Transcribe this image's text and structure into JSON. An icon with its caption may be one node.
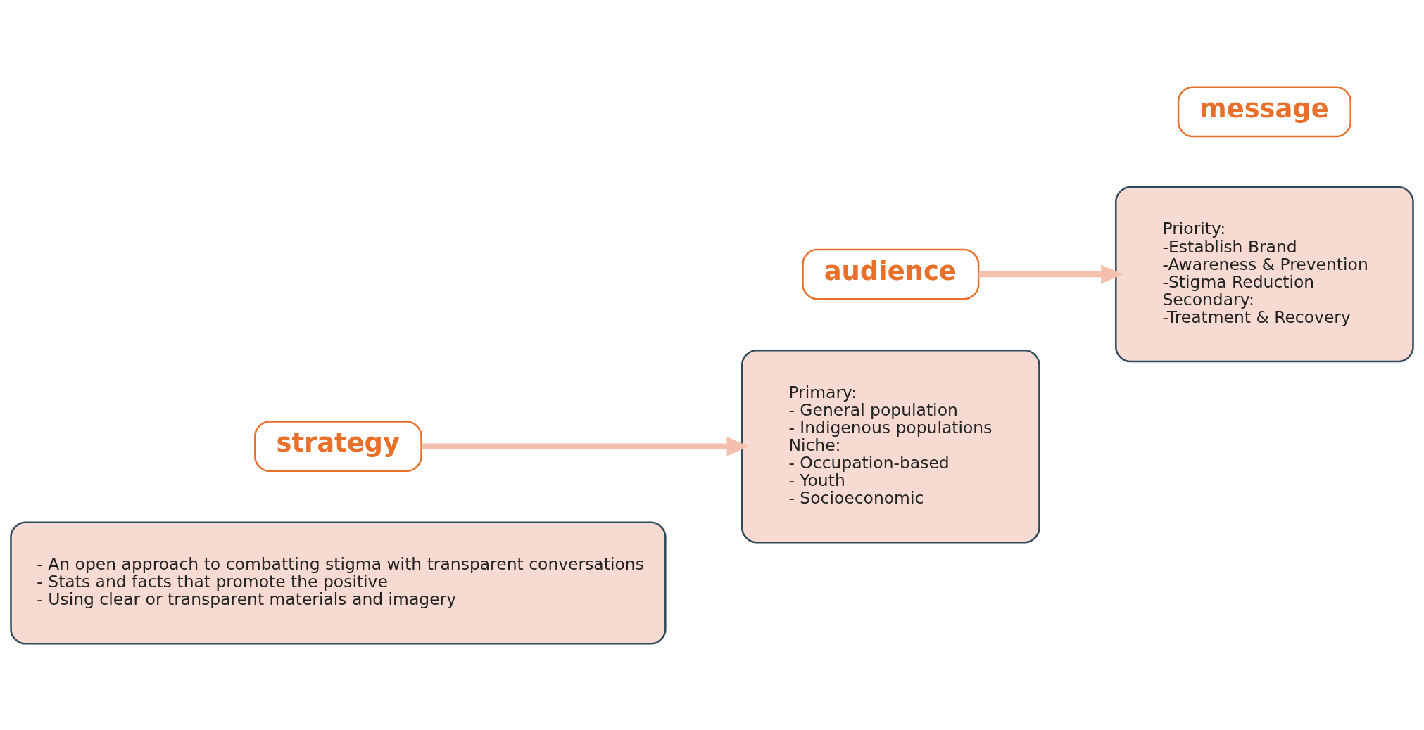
{
  "diagram": {
    "nodes": [
      {
        "text": [
          "- An open approach to combatting stigma with transparent conversations",
          "- Stats and facts that promote the positive",
          "- Using clear or transparent materials and imagery"
        ]
      },
      {
        "text": [
          "strategy"
        ]
      },
      {
        "text": [
          "Primary:",
          "- General population",
          "- Indigenous populations",
          "Niche:",
          "- Occupation-based",
          "- Youth",
          "- Socioeconomic"
        ]
      },
      {
        "text": [
          "audience"
        ]
      },
      {
        "text": [
          "Priority:",
          "-Establish Brand",
          "-Awareness & Prevention",
          "-Stigma Reduction",
          "Secondary:",
          "-Treatment & Recovery"
        ]
      },
      {
        "text": [
          "message"
        ]
      }
    ],
    "edges": [
      {
        "from": 1,
        "to": 2,
        "arrow": "to"
      },
      {
        "from": 3,
        "to": 4,
        "arrow": "to"
      }
    ]
  }
}
